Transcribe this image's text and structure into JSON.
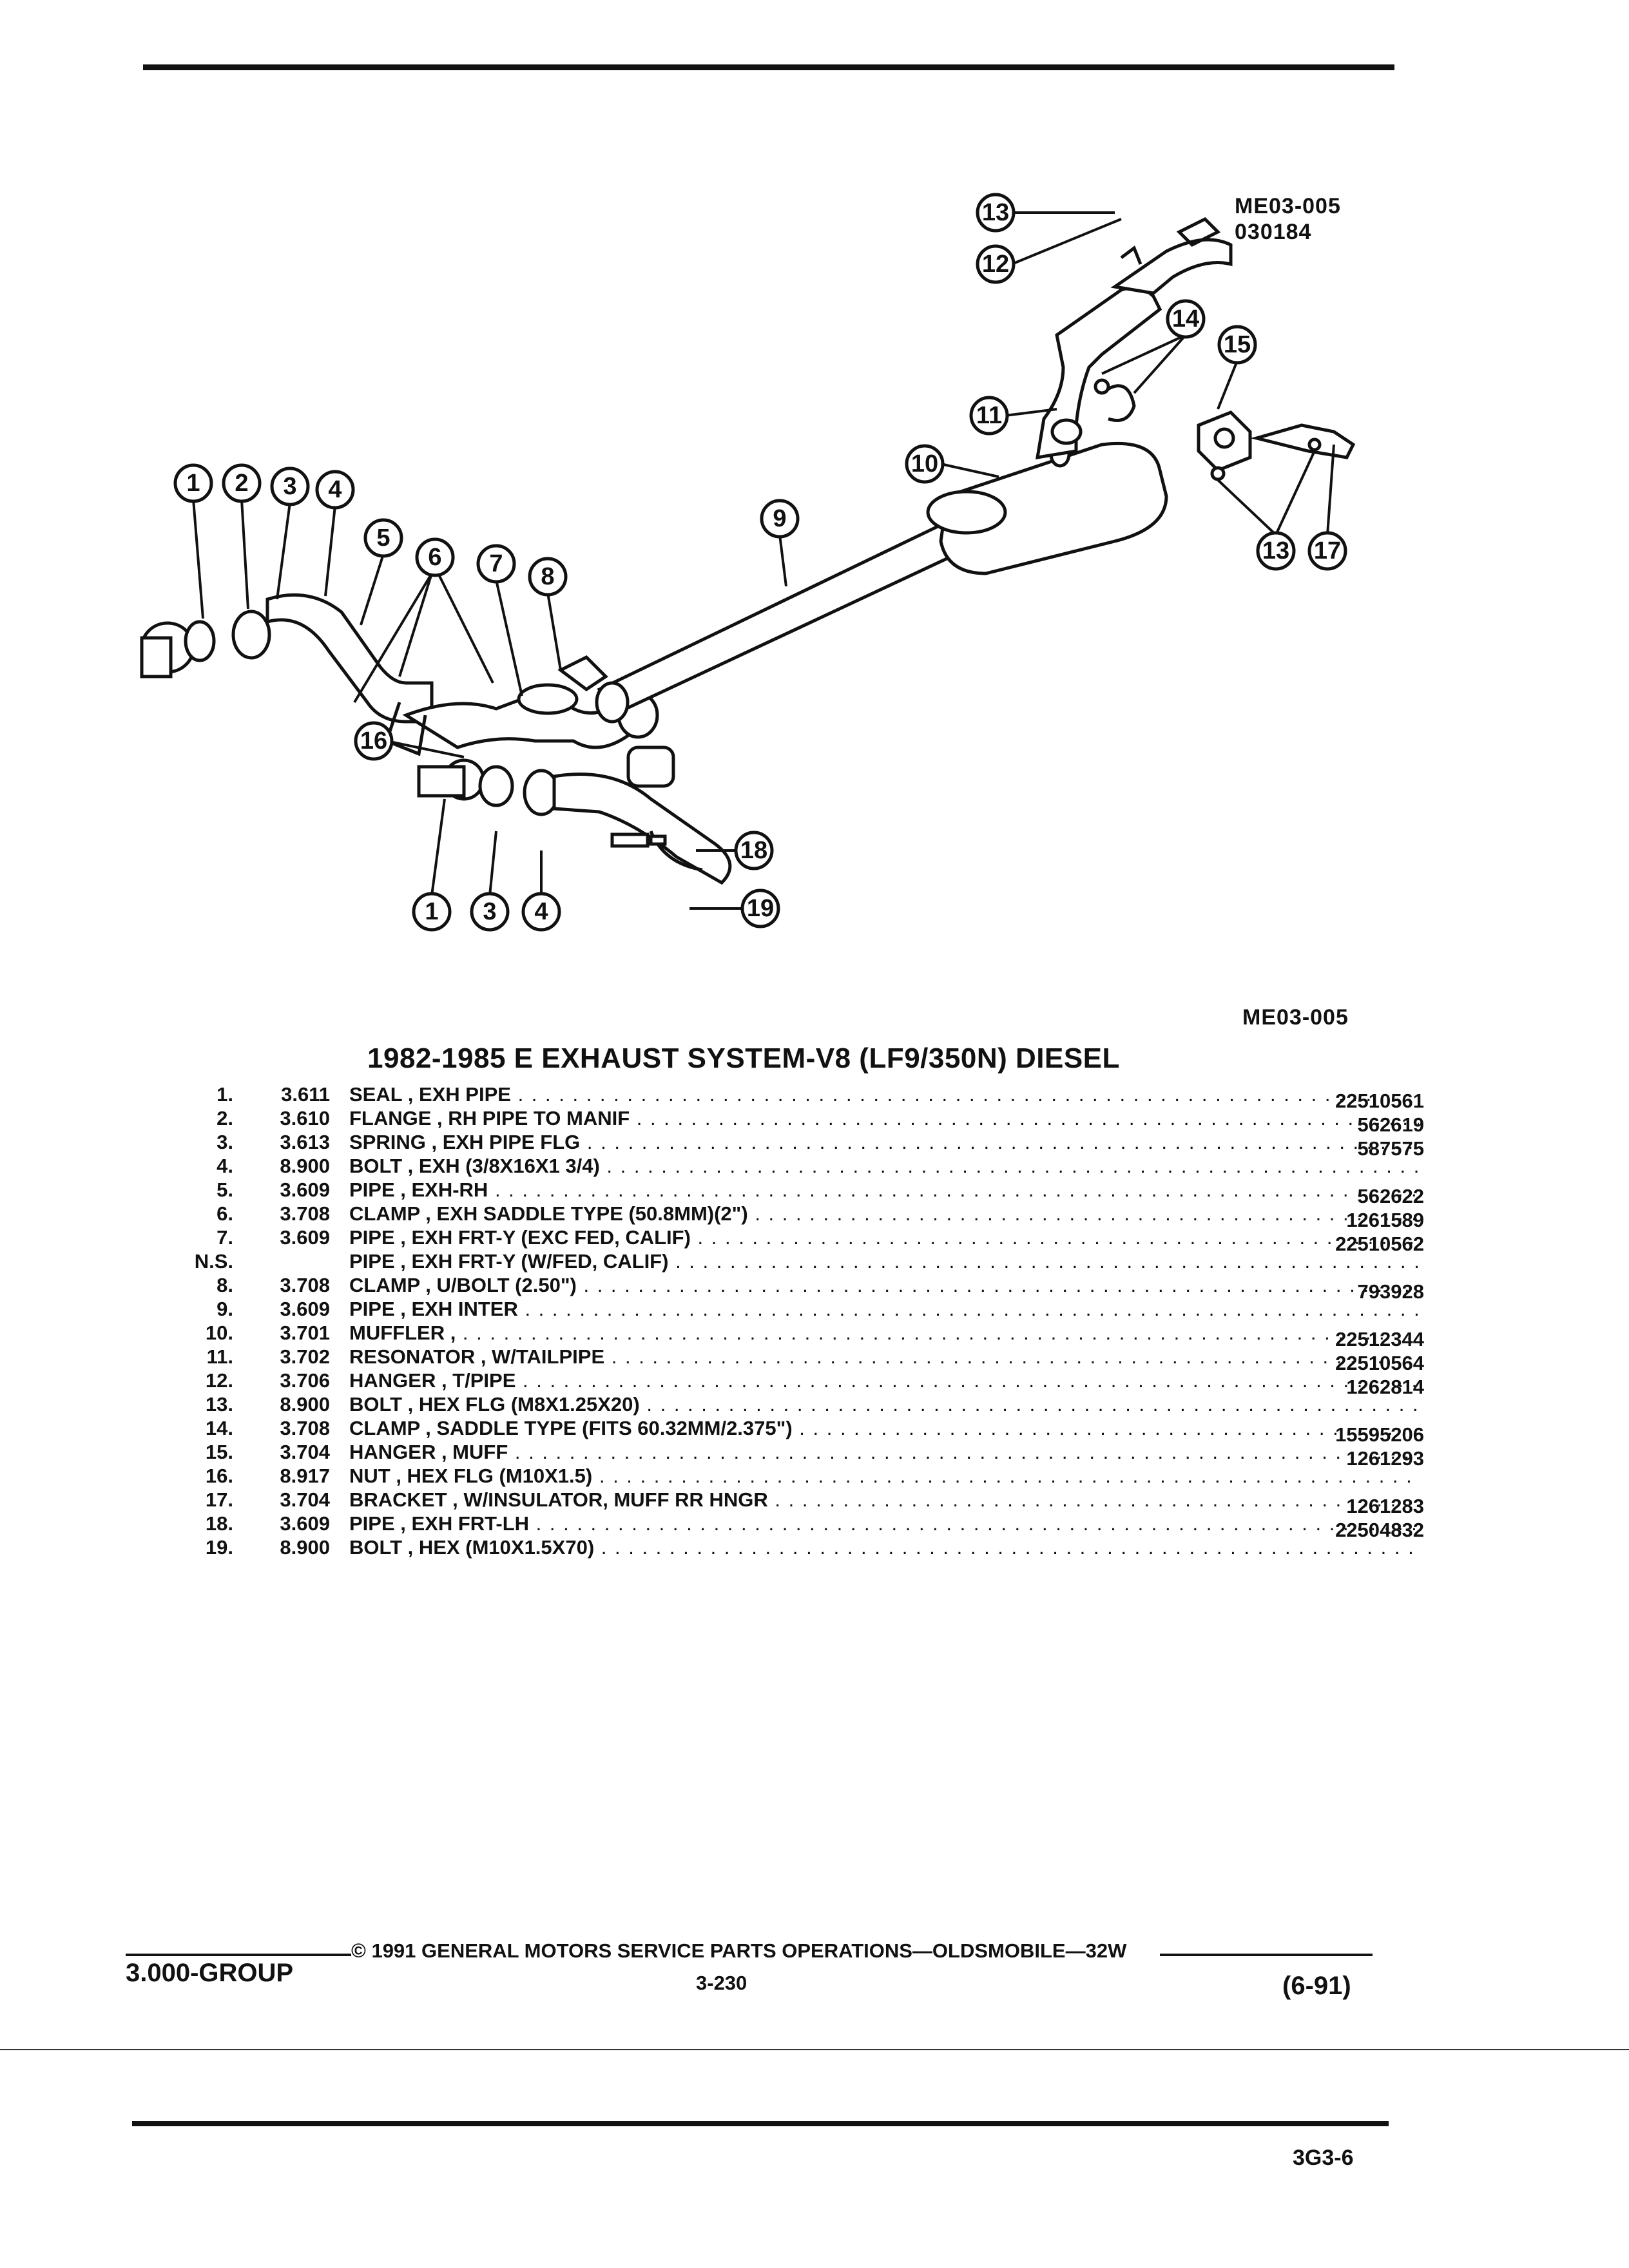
{
  "figure": {
    "id_top": "ME03-005",
    "date_code": "030184",
    "id_bottom": "ME03-005"
  },
  "title": "1982-1985 E EXHAUST SYSTEM-V8 (LF9/350N) DIESEL",
  "callout_numbers": [
    "1",
    "2",
    "3",
    "4",
    "5",
    "6",
    "7",
    "8",
    "9",
    "10",
    "11",
    "12",
    "13",
    "14",
    "15",
    "16",
    "17",
    "18",
    "19"
  ],
  "parts": [
    {
      "num": "1.",
      "code": "3.611",
      "desc": "SEAL , EXH PIPE",
      "pn": "22510561"
    },
    {
      "num": "2.",
      "code": "3.610",
      "desc": "FLANGE , RH PIPE TO MANIF",
      "pn": "562619"
    },
    {
      "num": "3.",
      "code": "3.613",
      "desc": "SPRING , EXH PIPE FLG",
      "pn": "587575"
    },
    {
      "num": "4.",
      "code": "8.900",
      "desc": "BOLT , EXH (3/8X16X1 3/4)",
      "pn": ""
    },
    {
      "num": "5.",
      "code": "3.609",
      "desc": "PIPE , EXH-RH",
      "pn": "562622"
    },
    {
      "num": "6.",
      "code": "3.708",
      "desc": "CLAMP , EXH SADDLE TYPE (50.8MM)(2\")",
      "pn": "1261589"
    },
    {
      "num": "7.",
      "code": "3.609",
      "desc": "PIPE , EXH FRT-Y (EXC FED, CALIF)",
      "pn": "22510562"
    },
    {
      "num": "N.S.",
      "code": "",
      "desc": "PIPE , EXH FRT-Y (W/FED, CALIF)",
      "pn": ""
    },
    {
      "num": "8.",
      "code": "3.708",
      "desc": "CLAMP , U/BOLT (2.50\")",
      "pn": "793928"
    },
    {
      "num": "9.",
      "code": "3.609",
      "desc": "PIPE , EXH INTER",
      "pn": ""
    },
    {
      "num": "10.",
      "code": "3.701",
      "desc": "MUFFLER ,",
      "pn": "22512344"
    },
    {
      "num": "11.",
      "code": "3.702",
      "desc": "RESONATOR , W/TAILPIPE",
      "pn": "22510564"
    },
    {
      "num": "12.",
      "code": "3.706",
      "desc": "HANGER , T/PIPE",
      "pn": "1262814"
    },
    {
      "num": "13.",
      "code": "8.900",
      "desc": "BOLT , HEX FLG (M8X1.25X20)",
      "pn": ""
    },
    {
      "num": "14.",
      "code": "3.708",
      "desc": "CLAMP , SADDLE TYPE (FITS 60.32MM/2.375\")",
      "pn": "15595206"
    },
    {
      "num": "15.",
      "code": "3.704",
      "desc": "HANGER , MUFF",
      "pn": "1261293"
    },
    {
      "num": "16.",
      "code": "8.917",
      "desc": "NUT , HEX FLG (M10X1.5)",
      "pn": ""
    },
    {
      "num": "17.",
      "code": "3.704",
      "desc": "BRACKET , W/INSULATOR, MUFF RR HNGR",
      "pn": "1261283"
    },
    {
      "num": "18.",
      "code": "3.609",
      "desc": "PIPE , EXH FRT-LH",
      "pn": "22504832"
    },
    {
      "num": "19.",
      "code": "8.900",
      "desc": "BOLT , HEX (M10X1.5X70)",
      "pn": ""
    }
  ],
  "footer": {
    "group": "3.000-GROUP",
    "copyright": "© 1991 GENERAL MOTORS SERVICE PARTS OPERATIONS—OLDSMOBILE—32W",
    "page": "3-230",
    "date": "(6-91)",
    "page_id": "3G3-6"
  }
}
